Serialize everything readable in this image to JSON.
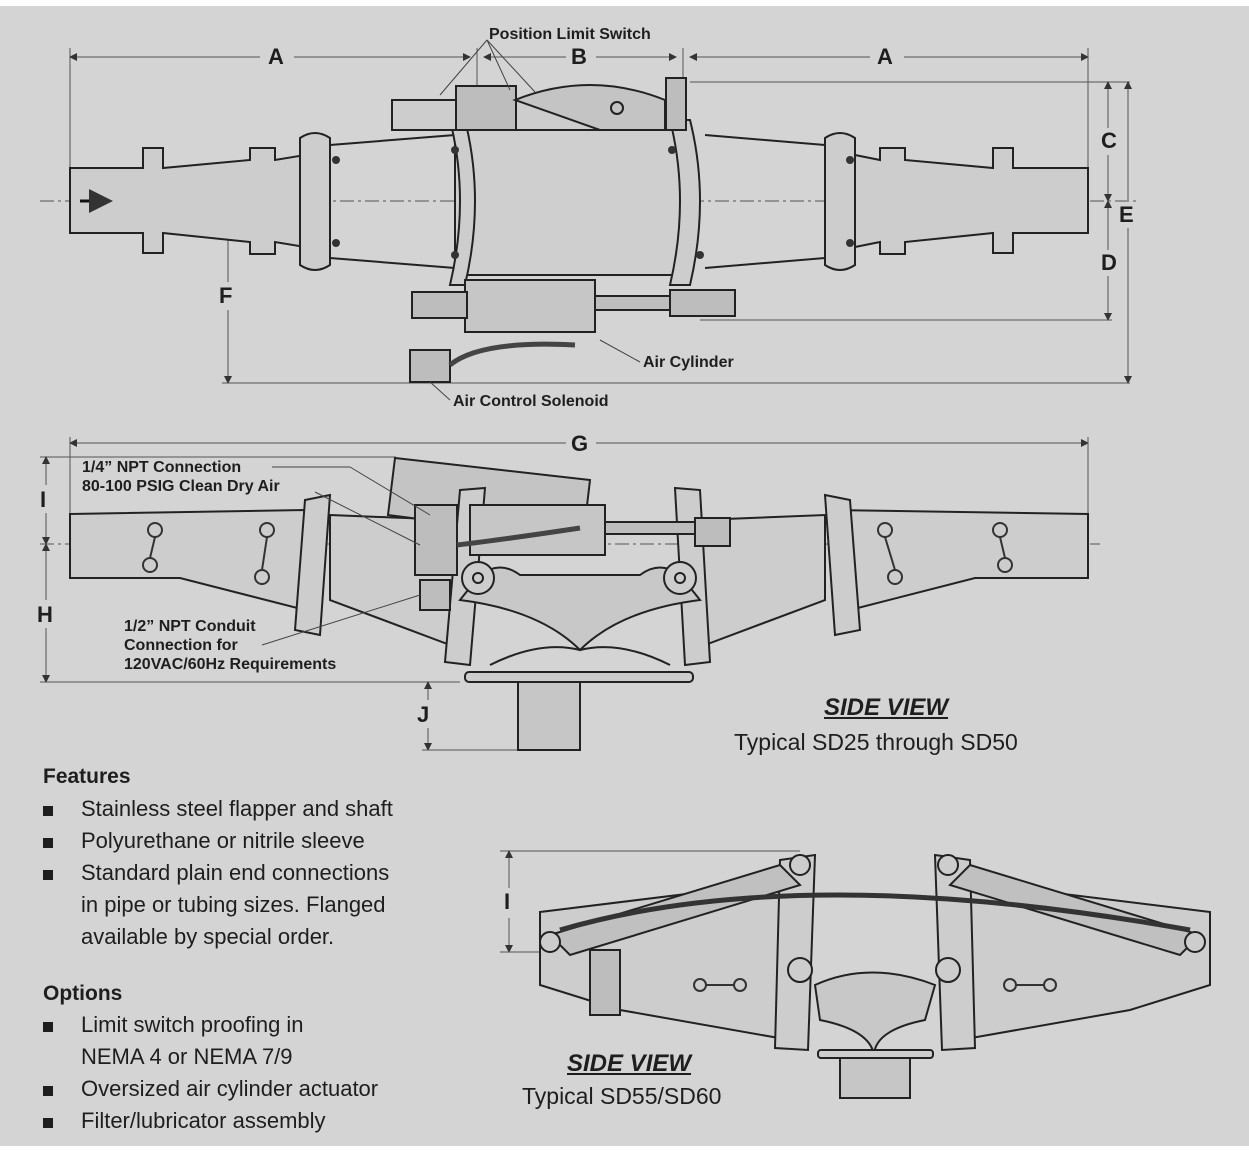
{
  "callouts": {
    "position_limit_switch": "Position Limit Switch",
    "air_cylinder": "Air Cylinder",
    "air_control_solenoid": "Air Control Solenoid",
    "npt_connection_line1": "1/4” NPT Connection",
    "npt_connection_line2": "80-100 PSIG Clean Dry Air",
    "conduit_line1": "1/2” NPT Conduit",
    "conduit_line2": "Connection for",
    "conduit_line3": "120VAC/60Hz Requirements"
  },
  "dimensions": {
    "a_left": "A",
    "b": "B",
    "a_right": "A",
    "c": "C",
    "d": "D",
    "e": "E",
    "f": "F",
    "g": "G",
    "h": "H",
    "i_side": "I",
    "j": "J",
    "i_lower": "I"
  },
  "side_view_1": {
    "title": "SIDE VIEW",
    "subtitle": "Typical SD25 through SD50"
  },
  "side_view_2": {
    "title": "SIDE VIEW",
    "subtitle": "Typical SD55/SD60"
  },
  "features": {
    "heading": "Features",
    "items": [
      "Stainless steel flapper and shaft",
      "Polyurethane or nitrile sleeve",
      "Standard plain end connections",
      "in pipe or tubing sizes.  Flanged",
      "available by special order."
    ]
  },
  "options": {
    "heading": "Options",
    "items": [
      "Limit switch proofing in",
      "NEMA 4 or NEMA 7/9",
      "Oversized air cylinder actuator",
      "Filter/lubricator assembly"
    ]
  },
  "colors": {
    "background": "#d4d4d4",
    "ink": "#1e1e1e",
    "part_fill": "#c8c8c8"
  }
}
